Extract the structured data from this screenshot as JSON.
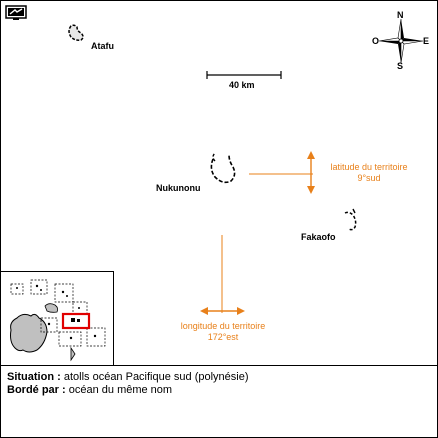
{
  "map": {
    "scale_label": "40 km",
    "compass": {
      "north": "N",
      "south": "S",
      "east": "E",
      "west": "O"
    },
    "atolls": [
      {
        "name": "Atafu"
      },
      {
        "name": "Nukunonu"
      },
      {
        "name": "Fakaofo"
      }
    ],
    "latitude_note": {
      "line1": "latitude du territoire",
      "line2": "9°sud"
    },
    "longitude_note": {
      "line1": "longitude du territoire",
      "line2": "172°est"
    }
  },
  "legend": {
    "situation_label": "Situation :",
    "situation_value": "atolls océan Pacifique sud (polynésie)",
    "border_label": "Bordé par :",
    "border_value": "océan du même nom"
  },
  "colors": {
    "accent": "#e8801a",
    "inset_highlight": "#e00000",
    "land": "#c0c0c0"
  },
  "icons": {
    "toolbar": "screen-icon"
  }
}
